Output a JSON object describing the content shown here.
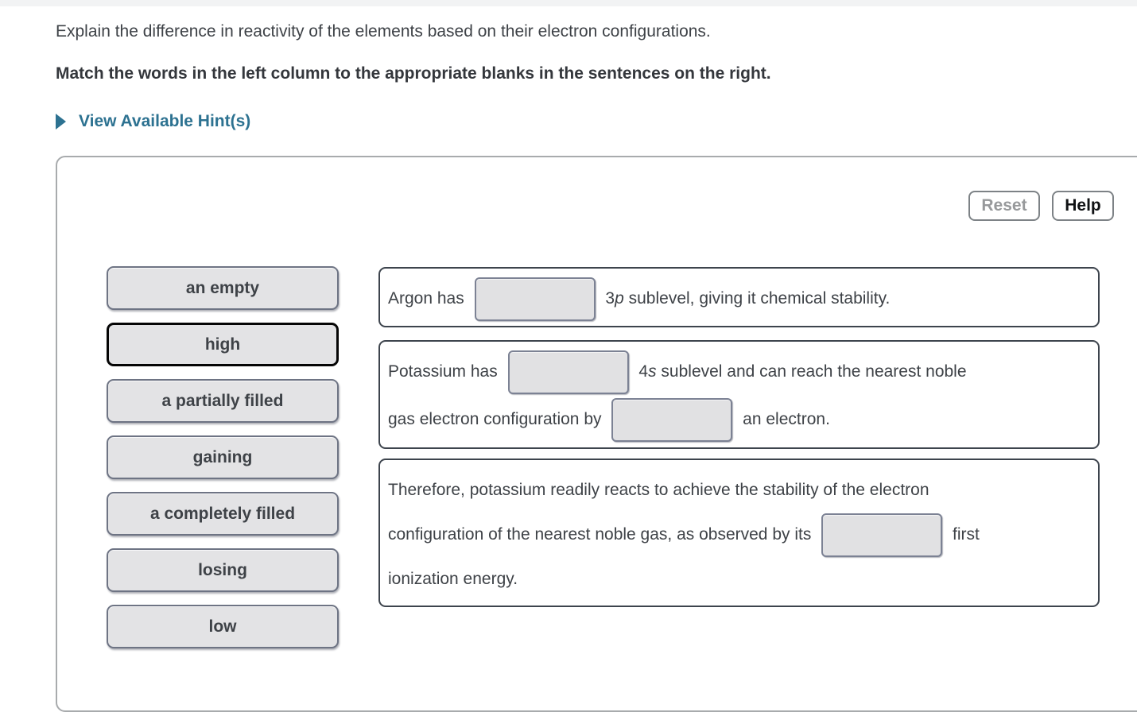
{
  "header": {
    "question": "Explain the difference in reactivity of the elements based on their electron configurations.",
    "instruction": "Match the words in the left column to the appropriate blanks in the sentences on the right.",
    "hint_link": "View Available Hint(s)"
  },
  "panel": {
    "buttons": {
      "reset": "Reset",
      "help": "Help"
    },
    "word_bank": [
      {
        "label": "an empty",
        "selected": false
      },
      {
        "label": "high",
        "selected": true
      },
      {
        "label": "a partially filled",
        "selected": false
      },
      {
        "label": "gaining",
        "selected": false
      },
      {
        "label": "a completely filled",
        "selected": false
      },
      {
        "label": "losing",
        "selected": false
      },
      {
        "label": "low",
        "selected": false
      }
    ],
    "sentences": [
      {
        "parts": [
          {
            "text": "Argon has "
          },
          {
            "type": "blank"
          },
          {
            "text": " 3"
          },
          {
            "text": "p",
            "italic": true
          },
          {
            "text": " sublevel, giving it chemical stability."
          }
        ]
      },
      {
        "parts": [
          {
            "text": "Potassium has "
          },
          {
            "type": "blank"
          },
          {
            "text": " 4"
          },
          {
            "text": "s",
            "italic": true
          },
          {
            "text": " sublevel and can reach the nearest noble"
          },
          {
            "type": "linebreak"
          },
          {
            "text": "gas electron configuration by "
          },
          {
            "type": "blank"
          },
          {
            "text": " an electron."
          }
        ]
      },
      {
        "parts": [
          {
            "text": "Therefore, potassium readily reacts to achieve the stability of the electron"
          },
          {
            "type": "linebreak"
          },
          {
            "text": "configuration of the nearest noble gas, as observed by its "
          },
          {
            "type": "blank"
          },
          {
            "text": " first"
          },
          {
            "type": "linebreak"
          },
          {
            "text": "ionization energy."
          }
        ]
      }
    ]
  },
  "colors": {
    "hint_link": "#2d7291",
    "tile_background": "#e3e3e5",
    "tile_border": "#6e7484",
    "selected_tile_border": "#050505",
    "sentence_box_border": "#3d444d",
    "blank_background": "#e1e1e3",
    "panel_border": "#a8abad",
    "reset_text": "#97999b",
    "help_text": "#101214"
  }
}
